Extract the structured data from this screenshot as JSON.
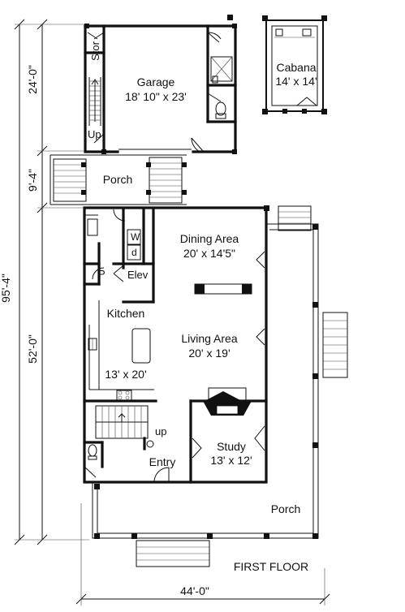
{
  "title": "FIRST FLOOR",
  "rooms": {
    "stor": "Stor",
    "garage": "Garage",
    "garage_size": "18' 10\" x 23'",
    "up_garage": "Up",
    "cabana": "Cabana",
    "cabana_size": "14' x 14'",
    "porch_side": "Porch",
    "washer": "W",
    "dryer": "d",
    "elev": "Elev",
    "pantry": "P",
    "dining": "Dining Area",
    "dining_size": "20' x 14'5\"",
    "kitchen": "Kitchen",
    "kitchen_size": "13' x 20'",
    "living": "Living Area",
    "living_size": "20' x 19'",
    "up_stair": "up",
    "study": "Study",
    "study_size": "13' x 12'",
    "entry": "Entry",
    "porch_front": "Porch"
  },
  "dimensions": {
    "overall_depth": "95'-4\"",
    "garage_depth": "24'-0\"",
    "breezeway_depth": "9'-4\"",
    "house_depth": "52'-0\"",
    "overall_width": "44'-0\""
  }
}
